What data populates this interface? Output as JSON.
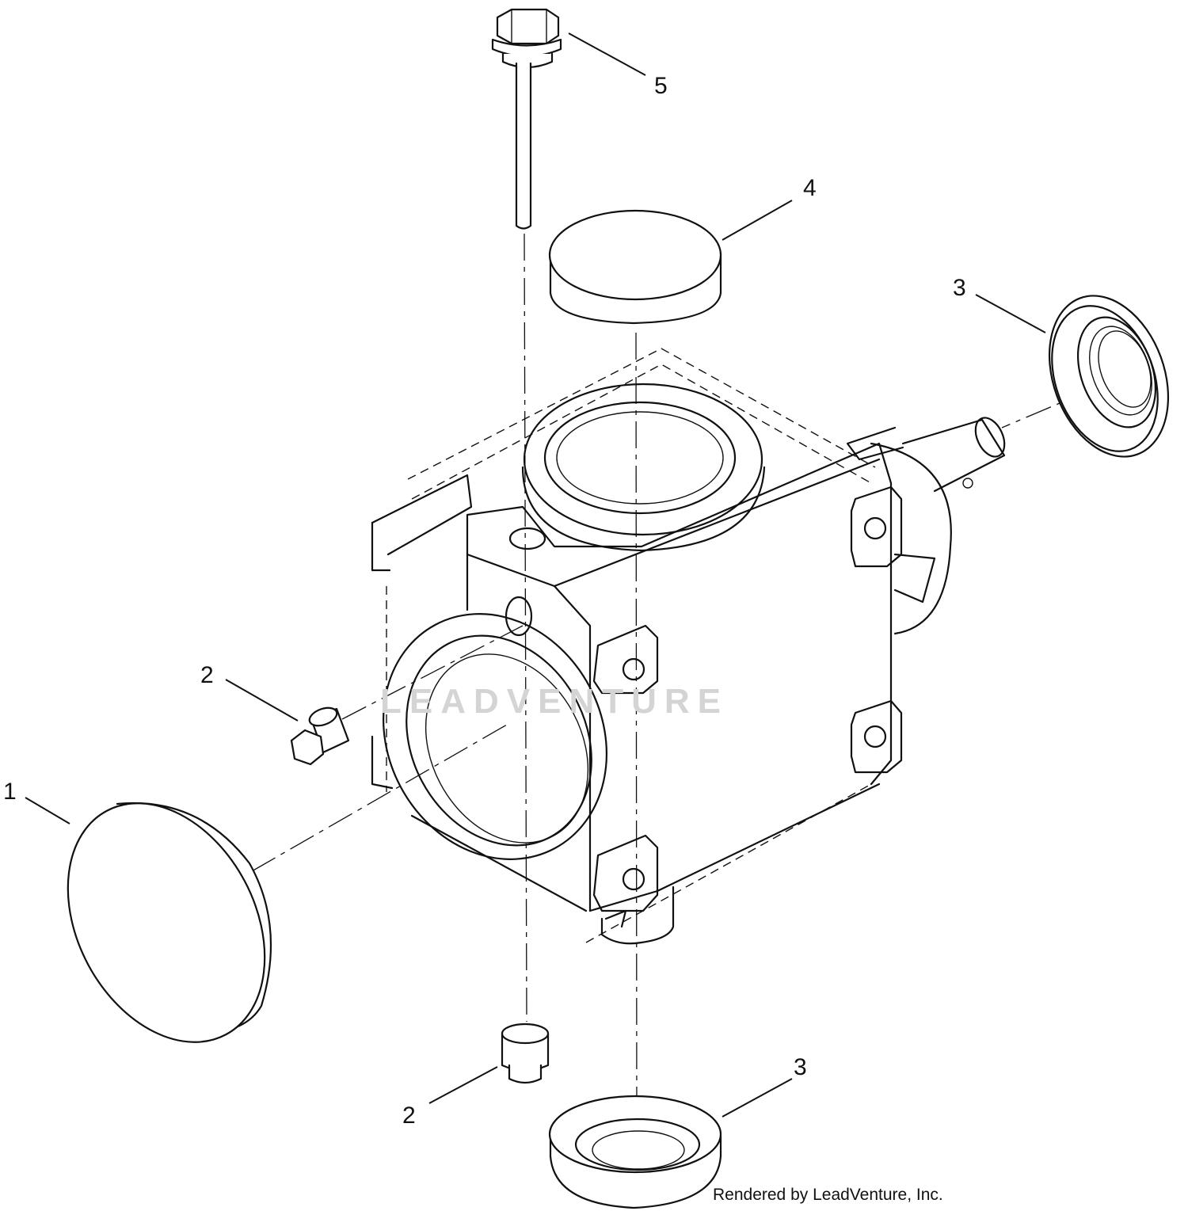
{
  "callouts": [
    {
      "id": "c1",
      "label": "1"
    },
    {
      "id": "c2a",
      "label": "2"
    },
    {
      "id": "c2b",
      "label": "2"
    },
    {
      "id": "c3a",
      "label": "3"
    },
    {
      "id": "c3b",
      "label": "3"
    },
    {
      "id": "c4",
      "label": "4"
    },
    {
      "id": "c5",
      "label": "5"
    }
  ],
  "watermark": "LEADVENTURE",
  "credit": "Rendered by LeadVenture, Inc.",
  "colors": {
    "line": "#111111",
    "watermark": "#d4d4d4",
    "background": "#ffffff"
  }
}
